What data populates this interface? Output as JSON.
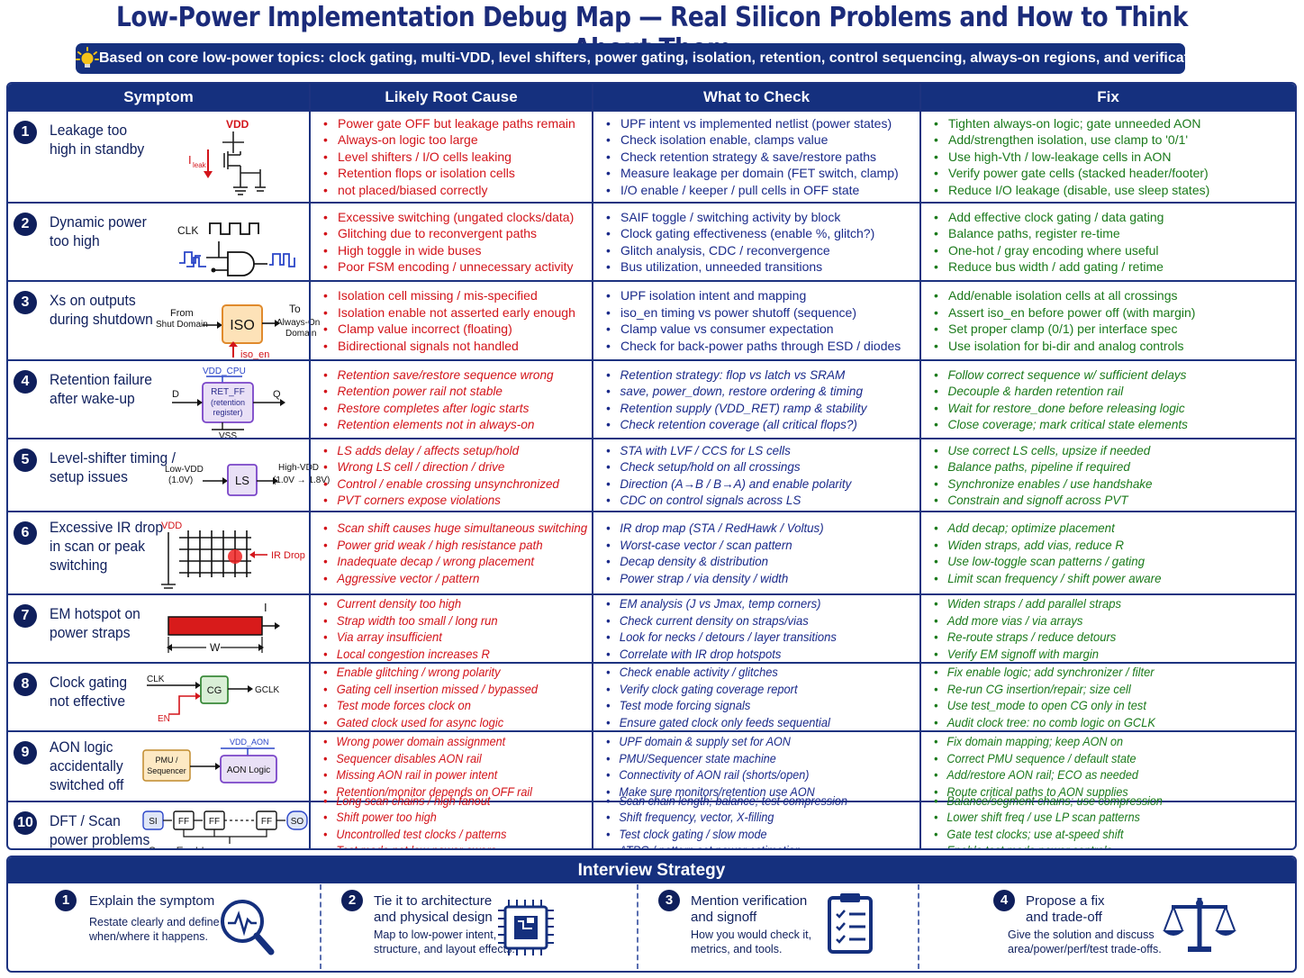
{
  "title": "Low-Power Implementation Debug Map — Real Silicon Problems and How to Think About Them",
  "banner": "Based on core low-power topics: clock gating, multi-VDD, level shifters, power gating, isolation, retention, control sequencing, always-on regions, and verification",
  "headers": [
    "Symptom",
    "Likely Root Cause",
    "What to Check",
    "Fix"
  ],
  "rows": [
    {
      "num": "1",
      "symptom": [
        "Leakage too",
        "high in standby"
      ],
      "figure": {
        "vdd": "VDD",
        "ileak": "I",
        "ileak_sub": "leak"
      },
      "cause": [
        "Power gate OFF but leakage paths remain",
        "Always-on logic too large",
        "Level shifters / I/O cells leaking",
        "Retention flops or isolation cells",
        "not placed/biased correctly"
      ],
      "check": [
        "UPF intent vs implemented netlist (power states)",
        "Check isolation enable, clamps value",
        "Check retention strategy & save/restore paths",
        "Measure leakage per domain (FET switch, clamp)",
        "I/O enable / keeper / pull cells in OFF state"
      ],
      "fix": [
        "Tighten always-on logic; gate unneeded AON",
        "Add/strengthen isolation, use clamp to '0/1'",
        "Use high-Vth / low-leakage cells in AON",
        "Verify power gate cells (stacked header/footer)",
        "Reduce I/O leakage (disable, use sleep states)"
      ]
    },
    {
      "num": "2",
      "symptom": [
        "Dynamic power",
        "too high"
      ],
      "figure": {
        "clk": "CLK"
      },
      "cause": [
        "Excessive switching (ungated clocks/data)",
        "Glitching due to reconvergent paths",
        "High toggle in wide buses",
        "Poor FSM encoding / unnecessary activity"
      ],
      "check": [
        "SAIF toggle / switching activity by block",
        "Clock gating effectiveness (enable %, glitch?)",
        "Glitch analysis, CDC / reconvergence",
        "Bus utilization, unneeded transitions"
      ],
      "fix": [
        "Add effective clock gating / data gating",
        "Balance paths, register re-time",
        "One-hot / gray encoding where useful",
        "Reduce bus width / add gating / retime"
      ]
    },
    {
      "num": "3",
      "symptom": [
        "Xs on outputs",
        "during shutdown"
      ],
      "figure": {
        "from1": "From",
        "from2": "Shut Domain",
        "iso": "ISO",
        "to1": "To",
        "to2": "Always-On",
        "to3": "Domain",
        "en": "iso_en"
      },
      "cause": [
        "Isolation cell missing / mis-specified",
        "Isolation enable not asserted early enough",
        "Clamp value incorrect (floating)",
        "Bidirectional signals not handled"
      ],
      "check": [
        "UPF isolation intent and mapping",
        "iso_en timing vs power shutoff (sequence)",
        "Clamp value vs consumer expectation",
        "Check for back-power paths through ESD / diodes"
      ],
      "fix": [
        "Add/enable isolation cells at all crossings",
        "Assert iso_en before power off (with margin)",
        "Set proper clamp (0/1) per interface spec",
        "Use isolation for bi-dir and analog controls"
      ]
    },
    {
      "num": "4",
      "symptom": [
        "Retention failure",
        "after wake-up"
      ],
      "figure": {
        "vdd": "VDD_CPU",
        "cell1": "RET_FF",
        "cell2": "(retention",
        "cell3": "register)",
        "d": "D",
        "q": "Q",
        "vss": "VSS"
      },
      "cause": [
        "Retention save/restore sequence wrong",
        "Retention power rail not stable",
        "Restore completes after logic starts",
        "Retention elements not in always-on"
      ],
      "check": [
        "Retention strategy: flop vs latch vs SRAM",
        "save, power_down, restore ordering & timing",
        "Retention supply (VDD_RET) ramp & stability",
        "Check retention coverage (all critical flops?)"
      ],
      "fix": [
        "Follow correct sequence w/ sufficient delays",
        "Decouple & harden retention rail",
        "Wait for restore_done before releasing logic",
        "Close coverage; mark critical state elements"
      ]
    },
    {
      "num": "5",
      "symptom": [
        "Level-shifter timing /",
        "setup issues"
      ],
      "figure": {
        "low1": "Low-VDD",
        "low2": "(1.0V)",
        "ls": "LS",
        "high1": "High-VDD",
        "high2": "(1.0V → 1.8V)"
      },
      "cause": [
        "LS adds delay / affects setup/hold",
        "Wrong LS cell / direction / drive",
        "Control / enable crossing unsynchronized",
        "PVT corners expose violations"
      ],
      "check": [
        "STA with LVF / CCS for LS cells",
        "Check setup/hold on all crossings",
        "Direction (A→B / B→A) and enable polarity",
        "CDC on control signals across LS"
      ],
      "fix": [
        "Use correct LS cells, upsize if needed",
        "Balance paths, pipeline if required",
        "Synchronize enables / use handshake",
        "Constrain and signoff across PVT"
      ]
    },
    {
      "num": "6",
      "symptom": [
        "Excessive IR drop",
        "in scan or peak",
        "switching"
      ],
      "figure": {
        "vdd": "VDD",
        "label": "IR Drop"
      },
      "cause": [
        "Scan shift causes huge simultaneous switching",
        "Power grid weak / high resistance path",
        "Inadequate decap / wrong placement",
        "Aggressive vector / pattern"
      ],
      "check": [
        "IR drop map (STA / RedHawk / Voltus)",
        "Worst-case vector / scan pattern",
        "Decap density & distribution",
        "Power strap / via density / width"
      ],
      "fix": [
        "Add decap; optimize placement",
        "Widen straps, add vias, reduce R",
        "Use low-toggle scan patterns / gating",
        "Limit scan frequency / shift power aware"
      ]
    },
    {
      "num": "7",
      "symptom": [
        "EM hotspot on",
        "power straps"
      ],
      "figure": {
        "i": "I",
        "w": "W"
      },
      "cause": [
        "Current density too high",
        "Strap width too small / long run",
        "Via array insufficient",
        "Local congestion increases R"
      ],
      "check": [
        "EM analysis (J vs Jmax, temp corners)",
        "Check current density on straps/vias",
        "Look for necks / detours / layer transitions",
        "Correlate with IR drop hotspots"
      ],
      "fix": [
        "Widen straps / add parallel straps",
        "Add more vias / via arrays",
        "Re-route straps / reduce detours",
        "Verify EM signoff with margin"
      ]
    },
    {
      "num": "8",
      "symptom": [
        "Clock gating",
        "not effective"
      ],
      "figure": {
        "clk": "CLK",
        "cg": "CG",
        "gclk": "GCLK",
        "en": "EN"
      },
      "cause": [
        "Enable glitching / wrong polarity",
        "Gating cell insertion missed / bypassed",
        "Test mode forces clock on",
        "Gated clock used for async logic"
      ],
      "check": [
        "Check enable activity / glitches",
        "Verify clock gating coverage report",
        "Test mode forcing signals",
        "Ensure gated clock only feeds sequential"
      ],
      "fix": [
        "Fix enable logic; add synchronizer / filter",
        "Re-run CG insertion/repair; size cell",
        "Use test_mode to open CG only in test",
        "Audit clock tree: no comb logic on GCLK"
      ]
    },
    {
      "num": "9",
      "symptom": [
        "AON logic",
        "accidentally",
        "switched off"
      ],
      "figure": {
        "pmu1": "PMU /",
        "pmu2": "Sequencer",
        "vdd": "VDD_AON",
        "aon": "AON Logic"
      },
      "cause": [
        "Wrong power domain assignment",
        "Sequencer disables AON rail",
        "Missing AON rail in power intent",
        "Retention/monitor depends on OFF rail"
      ],
      "check": [
        "UPF domain & supply set for AON",
        "PMU/Sequencer state machine",
        "Connectivity of AON rail (shorts/open)",
        "Make sure monitors/retention use AON"
      ],
      "fix": [
        "Fix domain mapping; keep AON on",
        "Correct PMU sequence / default state",
        "Add/restore AON rail; ECO as needed",
        "Route critical paths to AON supplies"
      ]
    },
    {
      "num": "10",
      "symptom": [
        "DFT / Scan",
        "power problems"
      ],
      "figure": {
        "si": "SI",
        "ff": "FF",
        "so": "SO",
        "se": "Scan Enable"
      },
      "cause": [
        "Long scan chains / high fanout",
        "Shift power too high",
        "Uncontrolled test clocks / patterns",
        "Test mode not low-power aware"
      ],
      "check": [
        "Scan chain length; balance; test compression",
        "Shift frequency, vector, X-filling",
        "Test clock gating / slow mode",
        "ATPG / pattern set power estimation"
      ],
      "fix": [
        "Balance/segment chains; use compression",
        "Lower shift freq / use LP scan patterns",
        "Gate test clocks; use at-speed shift",
        "Enable test mode power controls"
      ]
    }
  ],
  "strategy": {
    "heading": "Interview Strategy",
    "items": [
      {
        "num": "1",
        "title": [
          "Explain the symptom"
        ],
        "desc": [
          "Restate clearly and define",
          "when/where it happens."
        ],
        "icon": "magnifier-waveform-icon"
      },
      {
        "num": "2",
        "title": [
          "Tie it to architecture",
          "and physical design"
        ],
        "desc": [
          "Map to low-power intent,",
          "structure, and layout effects."
        ],
        "icon": "chip-icon"
      },
      {
        "num": "3",
        "title": [
          "Mention verification",
          "and signoff"
        ],
        "desc": [
          "How you would check it,",
          "metrics, and tools."
        ],
        "icon": "checklist-clipboard-icon"
      },
      {
        "num": "4",
        "title": [
          "Propose a fix",
          "and trade-off"
        ],
        "desc": [
          "Give the solution and discuss",
          "area/power/perf/test trade-offs."
        ],
        "icon": "balance-scale-icon"
      }
    ]
  },
  "colors": {
    "navy": "#15307e",
    "cause": "#d3141a",
    "check": "#1a2a8a",
    "fix": "#1b7a1b",
    "iso_fill": "#fde2b8",
    "ret_fill": "#e9e0f6",
    "ls_fill": "#e9e0f6",
    "cg_fill": "#d9efd6",
    "aon_fill": "#e9e0f6",
    "pmu_fill": "#fde9c4"
  }
}
